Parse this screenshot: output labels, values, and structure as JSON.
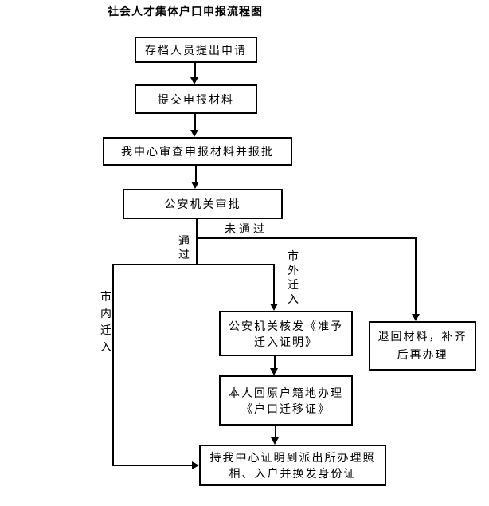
{
  "title": "社会人才集体户口申报流程图",
  "nodes": {
    "apply": {
      "text": "存档人员提出申请"
    },
    "submit": {
      "text": "提交申报材料"
    },
    "review": {
      "text": "我中心审查申报材料并报批"
    },
    "approve": {
      "text": "公安机关审批"
    },
    "permit": {
      "line1": "公安机关核发《准予",
      "line2": "迁入证明》"
    },
    "returned": {
      "line1": "退回材料，补齐",
      "line2": "后再办理"
    },
    "hometown": {
      "line1": "本人回原户籍地办理",
      "line2": "《户口迁移证》"
    },
    "final": {
      "line1": "持我中心证明到派出所办理照",
      "line2": "相、入户并换发身份证"
    }
  },
  "labels": {
    "pass": "通过",
    "fail": "未通过",
    "transfer_outside_city": "市外迁入",
    "transfer_within_city": "市内迁入"
  },
  "colors": {
    "line": "#000000",
    "text": "#000000",
    "background": "#ffffff"
  }
}
